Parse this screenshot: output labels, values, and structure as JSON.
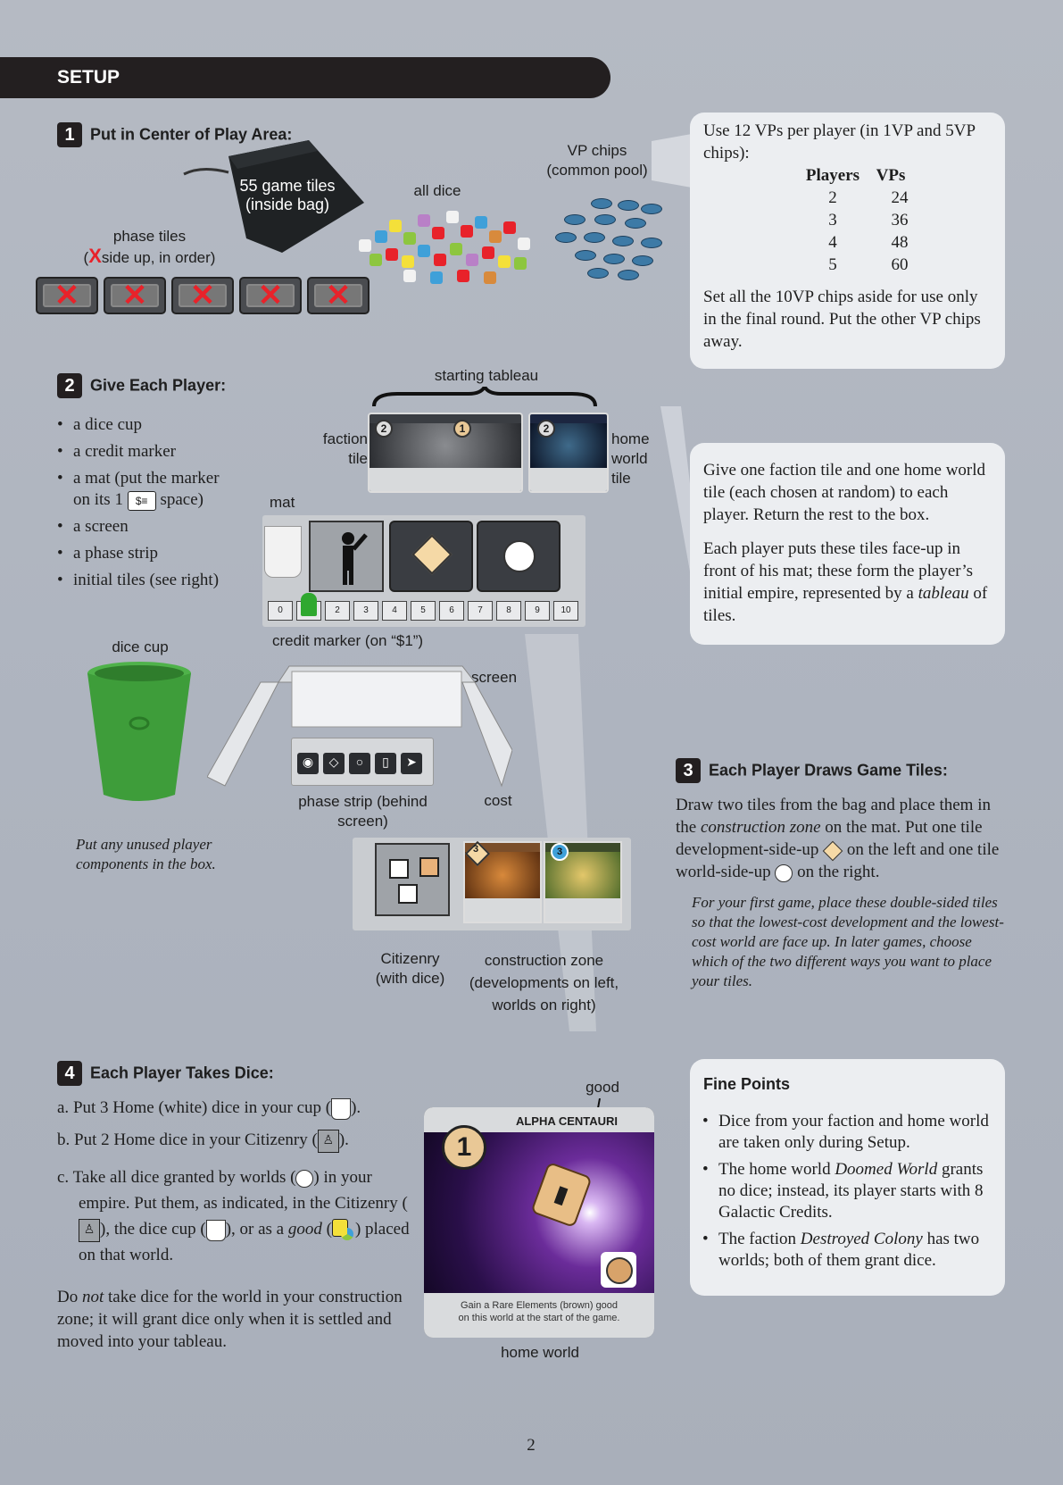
{
  "header": {
    "title": "SETUP"
  },
  "step1": {
    "num": "1",
    "title": "Put in Center of Play Area:",
    "bag_label_line1": "55 game tiles",
    "bag_label_line2": "(inside bag)",
    "phase_label_line1": "phase tiles",
    "phase_label_line2_mark": "X",
    "phase_label_line2": "side up, in order)",
    "phase_label_line2_open": "(",
    "dice_label": "all dice",
    "vp_label_line1": "VP chips",
    "vp_label_line2": "(common pool)"
  },
  "vp_box": {
    "intro": "Use 12 VPs per player (in 1VP and 5VP chips):",
    "col_players": "Players",
    "col_vps": "VPs",
    "rows": [
      [
        "2",
        "24"
      ],
      [
        "3",
        "36"
      ],
      [
        "4",
        "48"
      ],
      [
        "5",
        "60"
      ]
    ],
    "note": "Set all the 10VP chips aside for use only in the final round. Put the other VP chips away."
  },
  "step2": {
    "num": "2",
    "title": "Give Each Player:",
    "items": [
      "a dice cup",
      "a credit marker",
      "a mat (put the marker",
      "a screen",
      "a phase strip",
      "initial tiles (see right)"
    ],
    "mat_item_line2_a": "on its 1",
    "mat_item_line2_b": "space)",
    "unused_note": "Put any unused player components in the box."
  },
  "diagram": {
    "starting_tableau": "starting tableau",
    "faction_line1": "faction",
    "faction_line2": "tile",
    "home_line1": "home",
    "home_line2": "world",
    "home_line3": "tile",
    "mat": "mat",
    "credit_marker": "credit marker (on “$1”)",
    "dice_cup": "dice cup",
    "screen": "screen",
    "phase_strip": "phase strip (behind screen)",
    "cost": "cost",
    "citizenry_line1": "Citizenry",
    "citizenry_line2": "(with dice)",
    "construction_line1": "construction zone",
    "construction_line2": "(developments on left,",
    "construction_line3": "worlds on right)",
    "faction_tile_num": "2",
    "home_tile_num": "2",
    "cost_dev": "3",
    "cost_world": "3",
    "credit_track": [
      "0",
      "1",
      "2",
      "3",
      "4",
      "5",
      "6",
      "7",
      "8",
      "9",
      "10"
    ]
  },
  "tiles_box": {
    "p1": "Give one faction tile and one home world tile (each chosen at random) to each player. Return the rest to the box.",
    "p2_a": "Each player puts these tiles face-up in front of his mat; these form the player’s initial empire, represented by a ",
    "p2_em": "tableau",
    "p2_b": " of tiles."
  },
  "step3": {
    "num": "3",
    "title": "Each Player Draws Game Tiles:",
    "p1_a": "Draw two tiles from the bag and place them in the ",
    "p1_em": "construction zone",
    "p1_b": " on the mat. Put one tile development-side-up",
    "p1_c": " on the left and one tile world-side-up",
    "p1_d": " on the right.",
    "note": "For your first game, place these double-sided tiles so that the lowest-cost development and the lowest-cost world are face up. In later games, choose which of the two different ways you want to place your tiles."
  },
  "step4": {
    "num": "4",
    "title": "Each Player Takes Dice:",
    "a_prefix": "a.",
    "a_text": "Put 3 Home (white) dice in your cup (",
    "a_end": ").",
    "b_prefix": "b.",
    "b_text": "Put 2 Home dice in your Citizenry (",
    "b_end": ").",
    "c_prefix": "c.",
    "c_text1": "Take all dice granted by worlds (",
    "c_text2": ") in your empire. Put them, as indicated, in the Citizenry (",
    "c_text3": "), the dice cup (",
    "c_text4": "), or as a ",
    "c_em": "good",
    "c_text5": " (",
    "c_text6": ") placed on that world.",
    "note_a": "Do ",
    "note_em": "not",
    "note_b": " take dice for the world in your construction zone; it will grant dice only when it is settled and moved into your tableau."
  },
  "homeworld": {
    "good_label": "good",
    "cost": "1",
    "name": "ALPHA CENTAURI",
    "text_line1": "Gain a Rare Elements (brown) good",
    "text_line2": "on this world at the start of the game.",
    "caption": "home world"
  },
  "fine_points": {
    "title": "Fine Points",
    "item1": "Dice from your faction and home world are taken only during Setup.",
    "item2_a": "The home world ",
    "item2_em": "Doomed World",
    "item2_b": " grants no dice; instead, its player starts with 8 Galactic Credits.",
    "item3_a": "The faction ",
    "item3_em": "Destroyed Colony",
    "item3_b": " has two worlds; both of them grant dice."
  },
  "page_number": "2",
  "colors": {
    "banner": "#231f20",
    "accent_red": "#e8222a",
    "dev_diamond": "#f5d9a6",
    "box_bg": "#eceef1"
  }
}
